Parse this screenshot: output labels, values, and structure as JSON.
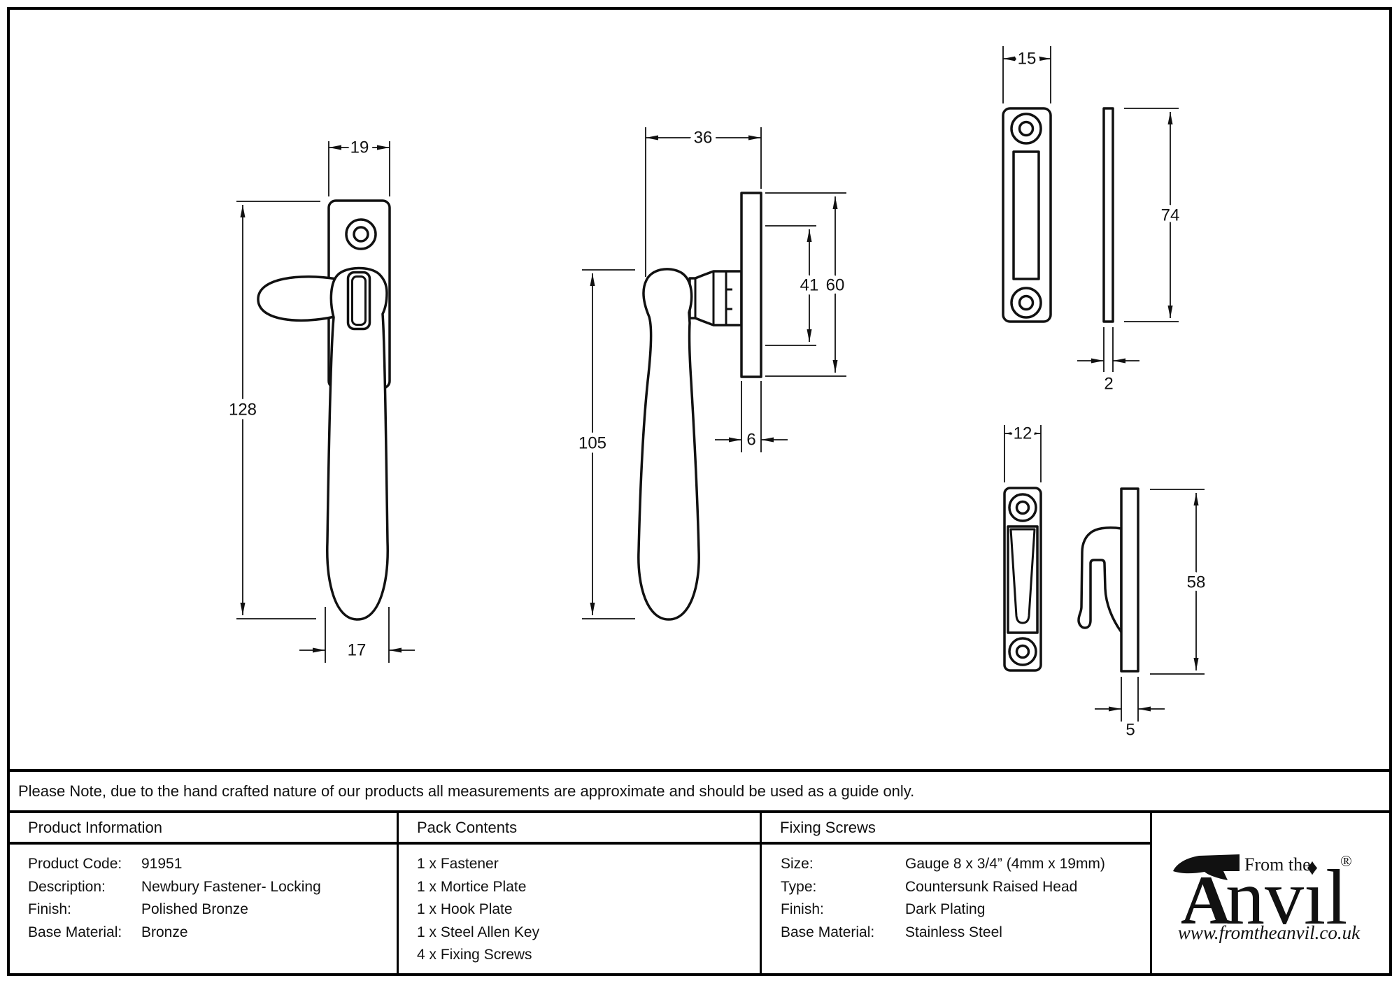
{
  "note": "Please Note, due to the hand crafted nature of our products all measurements are approximate and should be used as a guide only.",
  "table": {
    "product_information": {
      "title": "Product Information",
      "rows": [
        {
          "label": "Product Code:",
          "value": "91951"
        },
        {
          "label": "Description:",
          "value": "Newbury Fastener- Locking"
        },
        {
          "label": "Finish:",
          "value": "Polished Bronze"
        },
        {
          "label": "Base Material:",
          "value": "Bronze"
        }
      ]
    },
    "pack_contents": {
      "title": "Pack Contents",
      "items": [
        "1 x Fastener",
        "1 x Mortice Plate",
        "1 x Hook Plate",
        "1 x Steel Allen Key",
        "4 x Fixing Screws"
      ]
    },
    "fixing_screws": {
      "title": "Fixing Screws",
      "rows": [
        {
          "label": "Size:",
          "value": "Gauge 8 x 3/4” (4mm x 19mm)"
        },
        {
          "label": "Type:",
          "value": "Countersunk Raised Head"
        },
        {
          "label": "Finish:",
          "value": "Dark Plating"
        },
        {
          "label": "Base Material:",
          "value": "Stainless Steel"
        }
      ]
    }
  },
  "logo": {
    "a": "A",
    "nvil": "nvıl",
    "from_the": "From the",
    "diamond": "♦",
    "registered": "®",
    "url": "www.fromtheanvil.co.uk"
  },
  "drawings": {
    "fastener_front": {
      "width": "19",
      "overall_height": "128",
      "handle_end_width": "17"
    },
    "fastener_side": {
      "projection": "36",
      "handle_length": "105",
      "plate_inner_height": "41",
      "plate_height": "60",
      "plate_thickness": "6"
    },
    "mortice_plate": {
      "width": "15",
      "height": "74",
      "thickness": "2"
    },
    "hook_plate": {
      "width": "12",
      "height": "58",
      "thickness": "5"
    }
  }
}
